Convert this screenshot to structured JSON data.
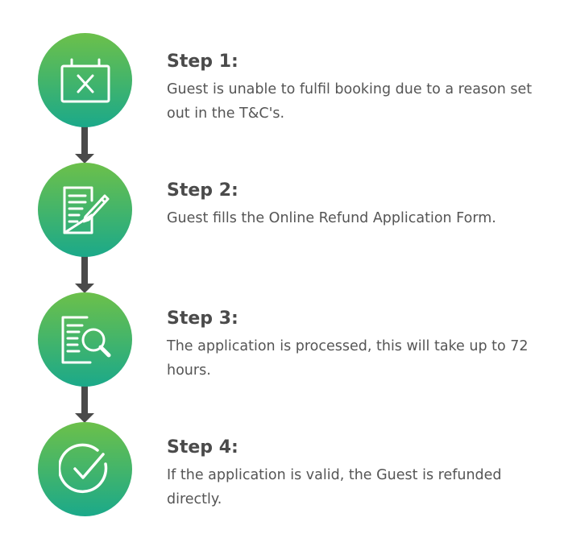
{
  "colors": {
    "circle_gradient_top": "#6cc04a",
    "circle_gradient_bottom": "#1ba98a",
    "connector": "#4a4a4a",
    "title_text": "#4b4b4b",
    "body_text": "#555555"
  },
  "steps": [
    {
      "title": "Step 1:",
      "description": "Guest is unable to fulfil booking due to a reason set out in the T&C's.",
      "icon": "cancelled-calendar-icon"
    },
    {
      "title": "Step 2:",
      "description": "Guest fills the Online Refund Application Form.",
      "icon": "form-pencil-icon"
    },
    {
      "title": "Step 3:",
      "description": "The application is processed, this will take up to 72 hours.",
      "icon": "document-magnifier-icon"
    },
    {
      "title": "Step 4:",
      "description": "If the application is valid, the Guest is refunded directly.",
      "icon": "checkmark-circle-icon"
    }
  ]
}
